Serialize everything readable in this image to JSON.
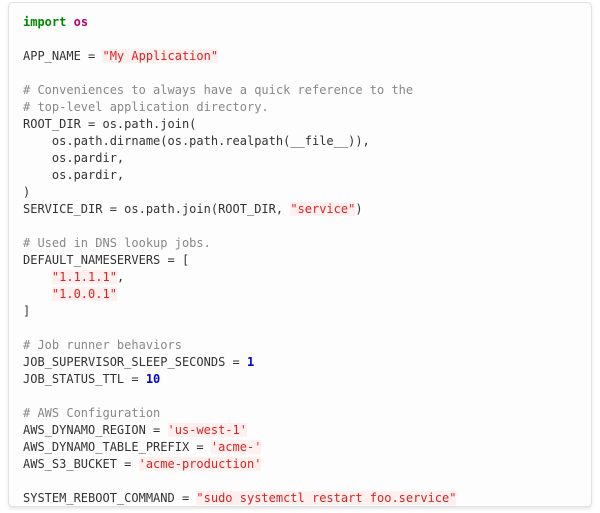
{
  "page": {
    "background": "#ffffff"
  },
  "colors": {
    "panel-bg": "#fdfdfd",
    "panel-border": "#e2e2e2",
    "code-plain": "#333333",
    "keyword": "#008800",
    "namespace": "#bb0066",
    "comment": "#888888",
    "string": "#dd2222",
    "string-bg": "#fff0f0",
    "number": "#0000dd"
  },
  "code_block": {
    "language": "python",
    "lines": [
      {
        "tokens": [
          {
            "t": "k",
            "v": "import"
          },
          {
            "t": "p",
            "v": " "
          },
          {
            "t": "nn",
            "v": "os"
          }
        ]
      },
      {
        "tokens": []
      },
      {
        "tokens": [
          {
            "t": "p",
            "v": "APP_NAME = "
          },
          {
            "t": "s",
            "v": "\"My Application\""
          }
        ]
      },
      {
        "tokens": []
      },
      {
        "tokens": [
          {
            "t": "c",
            "v": "# Conveniences to always have a quick reference to the"
          }
        ]
      },
      {
        "tokens": [
          {
            "t": "c",
            "v": "# top-level application directory."
          }
        ]
      },
      {
        "tokens": [
          {
            "t": "p",
            "v": "ROOT_DIR = os.path.join("
          }
        ]
      },
      {
        "tokens": [
          {
            "t": "p",
            "v": "    os.path.dirname(os.path.realpath(__file__)),"
          }
        ]
      },
      {
        "tokens": [
          {
            "t": "p",
            "v": "    os.pardir,"
          }
        ]
      },
      {
        "tokens": [
          {
            "t": "p",
            "v": "    os.pardir,"
          }
        ]
      },
      {
        "tokens": [
          {
            "t": "p",
            "v": ")"
          }
        ]
      },
      {
        "tokens": [
          {
            "t": "p",
            "v": "SERVICE_DIR = os.path.join(ROOT_DIR, "
          },
          {
            "t": "s",
            "v": "\"service\""
          },
          {
            "t": "p",
            "v": ")"
          }
        ]
      },
      {
        "tokens": []
      },
      {
        "tokens": [
          {
            "t": "c",
            "v": "# Used in DNS lookup jobs."
          }
        ]
      },
      {
        "tokens": [
          {
            "t": "p",
            "v": "DEFAULT_NAMESERVERS = ["
          }
        ]
      },
      {
        "tokens": [
          {
            "t": "p",
            "v": "    "
          },
          {
            "t": "s",
            "v": "\"1.1.1.1\""
          },
          {
            "t": "p",
            "v": ","
          }
        ]
      },
      {
        "tokens": [
          {
            "t": "p",
            "v": "    "
          },
          {
            "t": "s",
            "v": "\"1.0.0.1\""
          }
        ]
      },
      {
        "tokens": [
          {
            "t": "p",
            "v": "]"
          }
        ]
      },
      {
        "tokens": []
      },
      {
        "tokens": [
          {
            "t": "c",
            "v": "# Job runner behaviors"
          }
        ]
      },
      {
        "tokens": [
          {
            "t": "p",
            "v": "JOB_SUPERVISOR_SLEEP_SECONDS = "
          },
          {
            "t": "m",
            "v": "1"
          }
        ]
      },
      {
        "tokens": [
          {
            "t": "p",
            "v": "JOB_STATUS_TTL = "
          },
          {
            "t": "m",
            "v": "10"
          }
        ]
      },
      {
        "tokens": []
      },
      {
        "tokens": [
          {
            "t": "c",
            "v": "# AWS Configuration"
          }
        ]
      },
      {
        "tokens": [
          {
            "t": "p",
            "v": "AWS_DYNAMO_REGION = "
          },
          {
            "t": "s",
            "v": "'us-west-1'"
          }
        ]
      },
      {
        "tokens": [
          {
            "t": "p",
            "v": "AWS_DYNAMO_TABLE_PREFIX = "
          },
          {
            "t": "s",
            "v": "'acme-'"
          }
        ]
      },
      {
        "tokens": [
          {
            "t": "p",
            "v": "AWS_S3_BUCKET = "
          },
          {
            "t": "s",
            "v": "'acme-production'"
          }
        ]
      },
      {
        "tokens": []
      },
      {
        "tokens": [
          {
            "t": "p",
            "v": "SYSTEM_REBOOT_COMMAND = "
          },
          {
            "t": "s",
            "v": "\"sudo systemctl restart foo.service\""
          }
        ]
      }
    ]
  }
}
